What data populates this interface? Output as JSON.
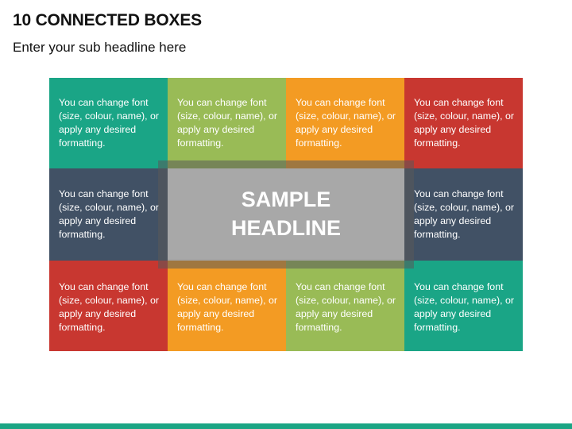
{
  "slide": {
    "title": "10 CONNECTED BOXES",
    "subtitle": "Enter your sub headline here"
  },
  "center": {
    "headline": "SAMPLE HEADLINE",
    "color": "#a8a8a8"
  },
  "boxes": [
    {
      "text": "You can change font (size, colour, name), or apply any desired formatting.",
      "color": "#1aa586"
    },
    {
      "text": "You can change font (size, colour, name), or apply any desired formatting.",
      "color": "#99bb56"
    },
    {
      "text": "You can change font (size, colour, name), or apply any desired formatting.",
      "color": "#f39b23"
    },
    {
      "text": "You can change font (size, colour, name), or apply any desired formatting.",
      "color": "#c83730"
    },
    {
      "text": "You can change font (size, colour, name), or apply any desired formatting.",
      "color": "#415165"
    },
    {
      "text": "You can change font (size, colour, name), or apply any desired formatting.",
      "color": "#415165"
    },
    {
      "text": "You can change font (size, colour, name), or apply any desired formatting.",
      "color": "#c83730"
    },
    {
      "text": "You can change font (size, colour, name), or apply any desired formatting.",
      "color": "#f39b23"
    },
    {
      "text": "You can change font (size, colour, name), or apply any desired formatting.",
      "color": "#99bb56"
    },
    {
      "text": "You can change font (size, colour, name), or apply any desired formatting.",
      "color": "#1aa586"
    }
  ],
  "footer": {
    "color": "#1ba584"
  }
}
